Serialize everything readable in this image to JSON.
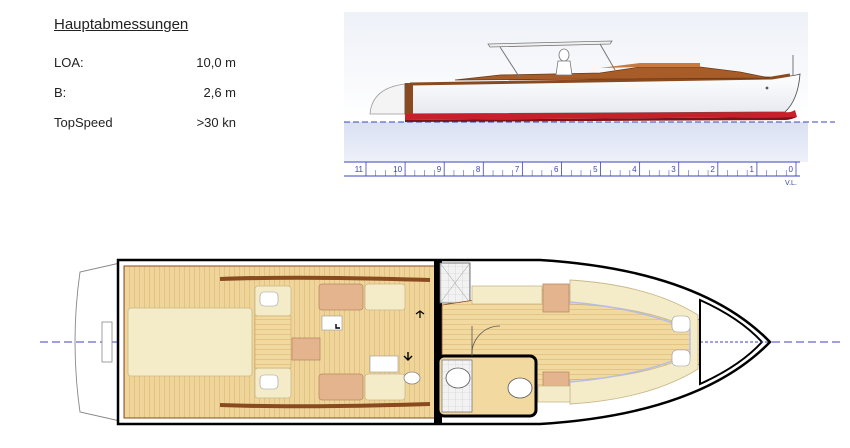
{
  "specs": {
    "title": "Hauptabmessungen",
    "rows": [
      {
        "label": "LOA:",
        "value": "10,0 m"
      },
      {
        "label": "B:",
        "value": "2,6 m"
      },
      {
        "label": "TopSpeed",
        "value": ">30 kn"
      }
    ]
  },
  "profile": {
    "scale_ticks": [
      "11",
      "10",
      "9",
      "8",
      "7",
      "6",
      "5",
      "4",
      "3",
      "2",
      "1",
      "0"
    ],
    "scale_unit_label": "V.L."
  },
  "colors": {
    "hull": "#ffffff",
    "deck_wood": "#8a4a20",
    "antifouling": "#c8202a",
    "water": "#dde4f4",
    "teak": "#f2d9a0",
    "cushion": "#f4ecc8",
    "upholstery": "#e3b48e",
    "waterline": "#3d43b8"
  }
}
